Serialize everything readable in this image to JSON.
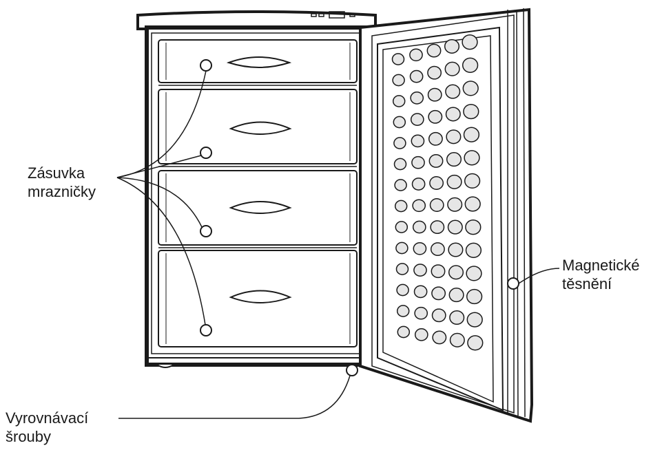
{
  "labels": {
    "drawer": {
      "line1": "Zásuvka",
      "line2": "mrazničky"
    },
    "seal": {
      "line1": "Magnetické",
      "line2": "těsnění"
    },
    "screws": {
      "line1": "Vyrovnávací",
      "line2": "šrouby"
    }
  },
  "colors": {
    "outline": "#1a1a1a",
    "fill": "#ffffff",
    "pimple_fill": "#e6e6e6"
  }
}
